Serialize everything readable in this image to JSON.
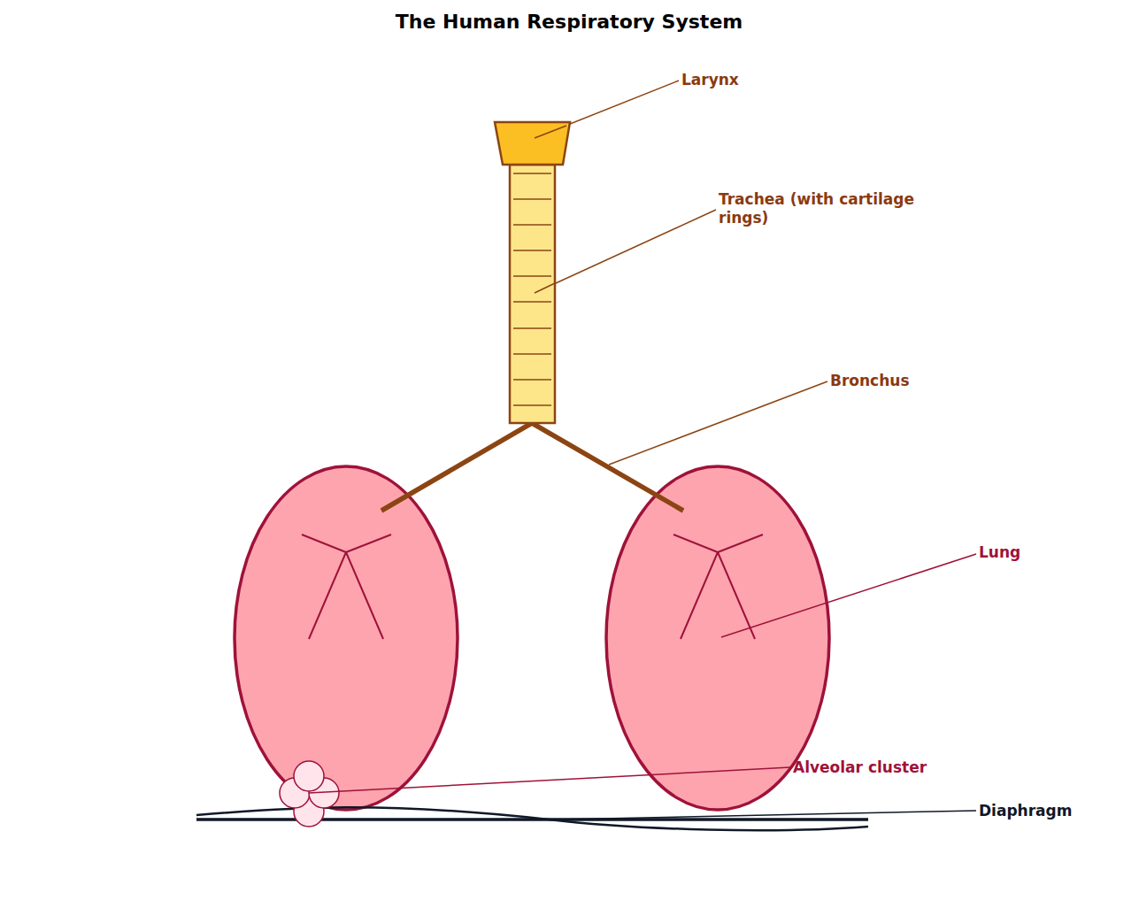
{
  "diagram": {
    "title": "The Human Respiratory System",
    "labels": [
      "Larynx",
      "Trachea (with cartilage rings)",
      "Bronchus",
      "Lung",
      "Alveolar cluster",
      "Diaphragm"
    ]
  }
}
